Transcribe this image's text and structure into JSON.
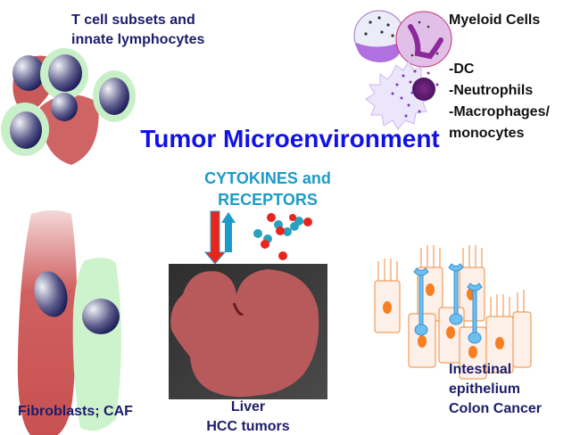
{
  "title": "Tumor Microenvironment",
  "t_cells": {
    "line1": "T cell subsets and",
    "line2": "innate lymphocytes"
  },
  "myeloid": {
    "heading": "Myeloid Cells",
    "items": [
      "-DC",
      "-Neutrophils",
      "-Macrophages/",
      "monocytes"
    ]
  },
  "cytokines": {
    "line1": "CYTOKINES and",
    "line2": "RECEPTORS"
  },
  "fibroblasts": {
    "label": "Fibroblasts; CAF"
  },
  "liver": {
    "line1": "Liver",
    "line2": "HCC tumors"
  },
  "epithelium": {
    "line1": "Intestinal",
    "line2": "epithelium",
    "line3": "Colon Cancer"
  },
  "colors": {
    "title": "#1212e6",
    "cytokine": "#1c9bc8",
    "label": "#1c1c6a",
    "arrow_red": "#e8251c"
  }
}
